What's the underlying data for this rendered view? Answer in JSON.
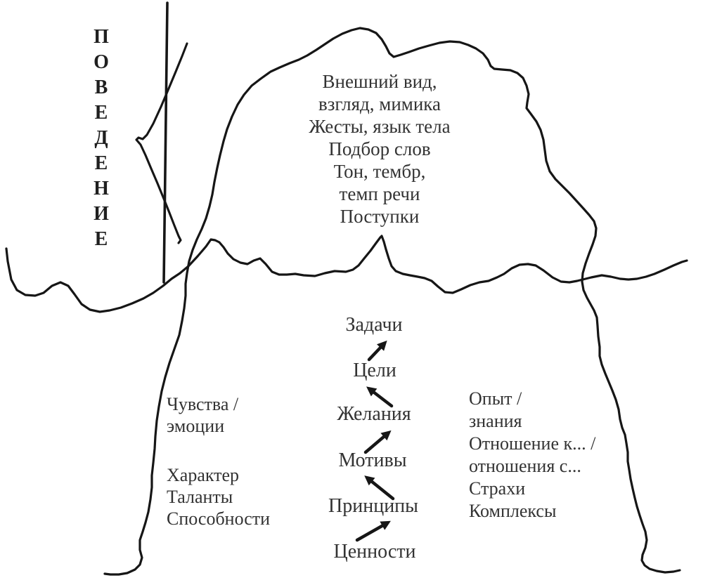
{
  "behavior_label": {
    "word": "ПОВЕДЕНИЕ",
    "letters": [
      "П",
      "О",
      "В",
      "Е",
      "Д",
      "Е",
      "Н",
      "И",
      "Е"
    ]
  },
  "cloud_text": {
    "lines": [
      "Внешний вид,",
      "взгляд, мимика",
      "Жесты, язык тела",
      "Подбор слов",
      "Тон, тембр,",
      "темп речи",
      "Поступки"
    ]
  },
  "chain": {
    "items_top_to_bottom": [
      "Задачи",
      "Цели",
      "Желания",
      "Мотивы",
      "Принципы",
      "Ценности"
    ]
  },
  "left_labels": {
    "group1": [
      "Чувства /",
      "эмоции"
    ],
    "group2": [
      "Характер",
      "Таланты",
      "Способности"
    ]
  },
  "right_labels": {
    "lines": [
      "Опыт /",
      "знания",
      "Отношение к... /",
      "отношения с...",
      "Страхи",
      "Комплексы"
    ]
  },
  "colors": {
    "background": "#ffffff",
    "ink": "#161616",
    "text": "#333333"
  }
}
